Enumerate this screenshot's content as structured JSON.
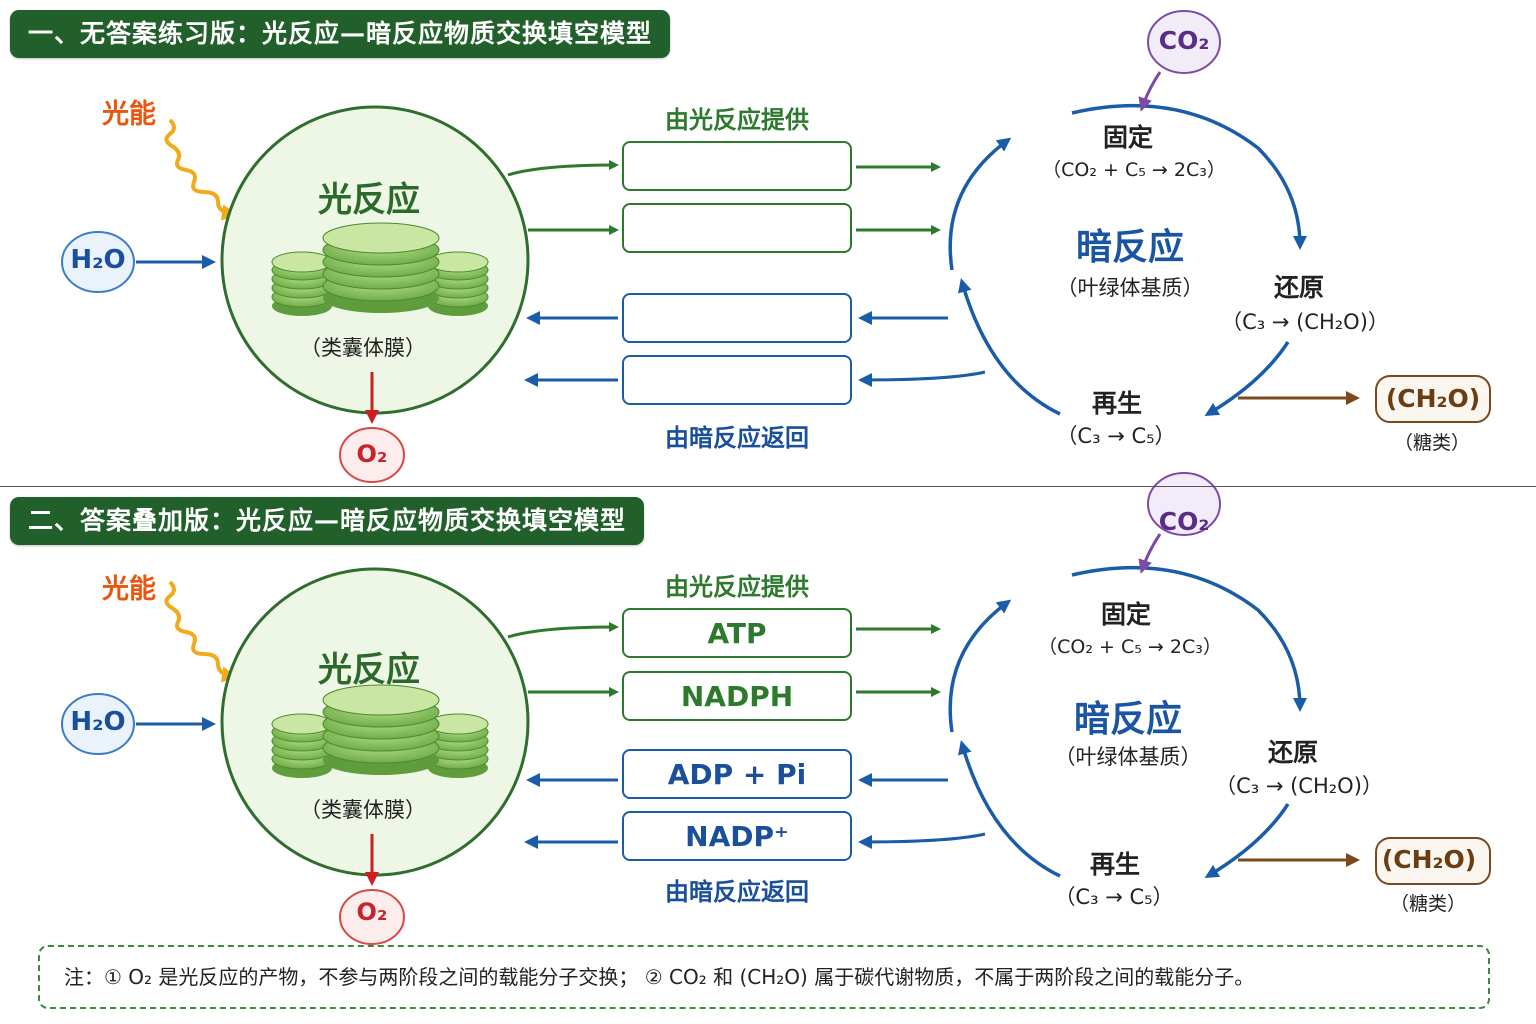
{
  "sections": [
    {
      "title": "一、无答案练习版：光反应—暗反应物质交换填空模型",
      "boxes": [
        "",
        "",
        "",
        ""
      ]
    },
    {
      "title": "二、答案叠加版：光反应—暗反应物质交换填空模型",
      "boxes": [
        "ATP",
        "NADPH",
        "ADP + Pi",
        "NADP⁺"
      ]
    }
  ],
  "labels": {
    "light_energy": "光能",
    "light_reaction": "光反应",
    "thylakoid": "（类囊体膜）",
    "water": "H₂O",
    "oxygen": "O₂",
    "provided_by_light": "由光反应提供",
    "returned_by_dark": "由暗反应返回",
    "co2": "CO₂",
    "fixation": "固定",
    "fixation_eq": "（CO₂ + C₅ → 2C₃）",
    "dark_reaction": "暗反应",
    "stroma": "（叶绿体基质）",
    "reduction": "还原",
    "reduction_eq": "（C₃ → (CH₂O)）",
    "regeneration": "再生",
    "regeneration_eq": "（C₃ → C₅）",
    "sugar_formula": "(CH₂O)",
    "sugar": "（糖类）"
  },
  "note": "注：① O₂ 是光反应的产物，不参与两阶段之间的载能分子交换； ② CO₂ 和 (CH₂O) 属于碳代谢物质，不属于两阶段之间的载能分子。",
  "colors": {
    "title_bg": "#215f2b",
    "green": "#2d7a2e",
    "blue": "#1a5ca8",
    "red": "#d01e1e",
    "purple": "#7e4aa8",
    "brown": "#7a4a1e",
    "orange": "#e8560f"
  }
}
